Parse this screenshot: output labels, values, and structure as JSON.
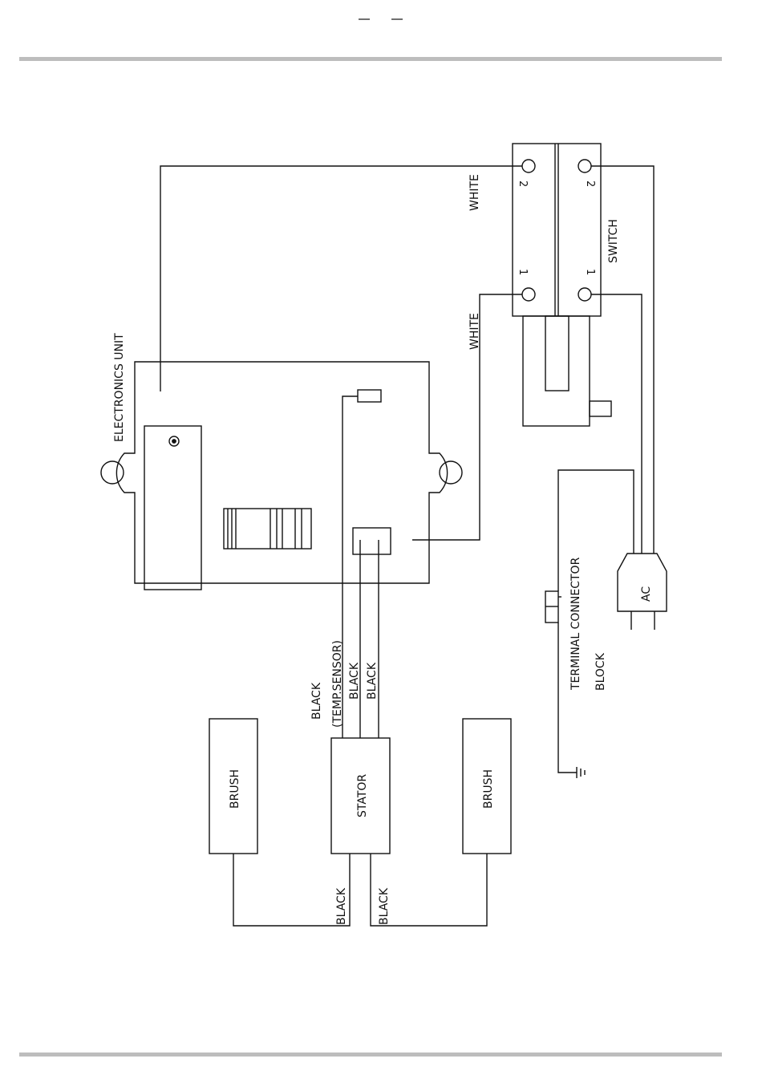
{
  "labels": {
    "electronics_unit": "ELECTRONICS UNIT",
    "white_top": "WHITE",
    "white_mid": "WHITE",
    "switch": "SWITCH",
    "switch_term_2a": "2",
    "switch_term_1a": "1",
    "switch_term_2b": "2",
    "switch_term_1b": "1",
    "ac": "AC",
    "terminal_connector": "TERMINAL CONNECTOR",
    "block": "BLOCK",
    "black_temp_1": "BLACK",
    "black_temp_2": "(TEMP.SENSOR)",
    "black_a": "BLACK",
    "black_b": "BLACK",
    "brush_left": "BRUSH",
    "stator": "STATOR",
    "brush_right": "BRUSH",
    "black_bottom_left": "BLACK",
    "black_bottom_right": "BLACK"
  },
  "colors": {
    "line": "#111111",
    "rule": "#bdbdbd"
  }
}
